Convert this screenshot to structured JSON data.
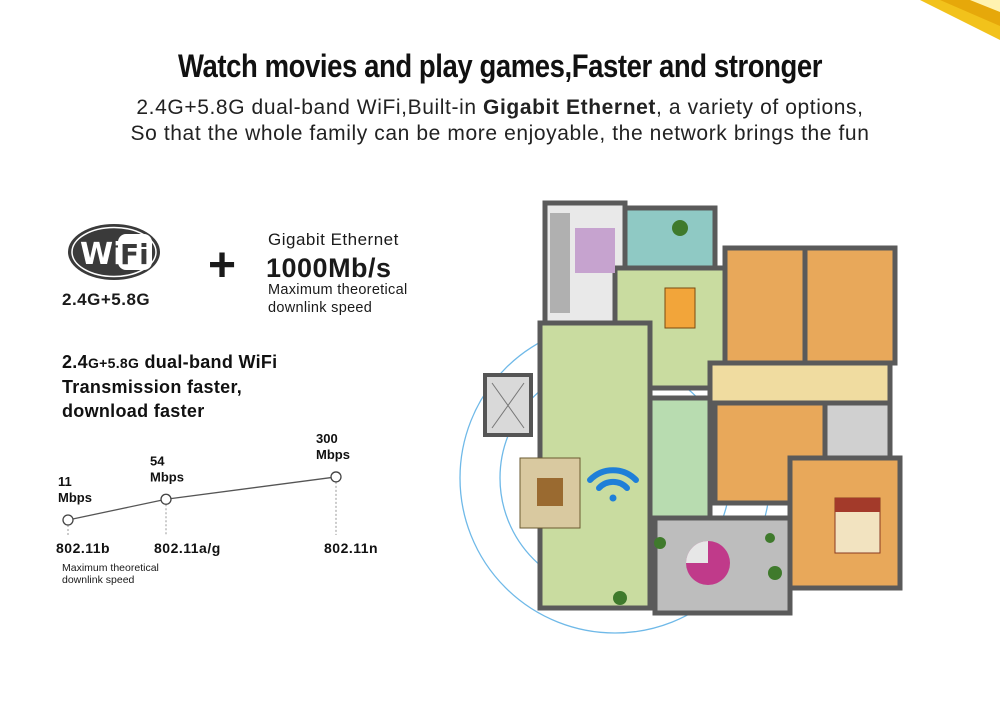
{
  "header": {
    "title": "Watch movies and play games,Faster and stronger",
    "subtitle_line1_a": "2.4G+5.8G dual-band WiFi,Built-in ",
    "subtitle_line1_bold": "Gigabit Ethernet",
    "subtitle_line1_b": ", a variety of options,",
    "subtitle_line2": "So that the whole family can be more enjoyable, the network brings the fun"
  },
  "wifi_logo": {
    "text_wi": "Wi",
    "text_fi": "Fi",
    "band": "2.4G+5.8G"
  },
  "plus_sign": "+",
  "gigabit": {
    "title": "Gigabit Ethernet",
    "speed": "1000Mb/s",
    "note": "Maximum theoretical downlink speed"
  },
  "dual_band": {
    "prefix_big": "2.4",
    "prefix_small1": "G+5.8G",
    "line1_rest": " dual-band WiFi",
    "line2": "Transmission faster,",
    "line3": "download faster"
  },
  "chart_data": {
    "type": "line",
    "x": [
      "802.11b",
      "802.11a/g",
      "802.11n"
    ],
    "values": [
      11,
      54,
      300
    ],
    "value_labels": [
      [
        "11",
        "Mbps"
      ],
      [
        "54",
        "Mbps"
      ],
      [
        "300",
        "Mbps"
      ]
    ],
    "ylabel": "",
    "note": "Maximum theoretical downlink speed"
  },
  "colors": {
    "wifi_signal": "#1e7fd8",
    "wifi_logo": "#3a3a3a",
    "coverage_ring": "#6fb9e8",
    "wood_floor": "#e8a85a",
    "tile_floor": "#c9dca0",
    "corner_accent": "#f2c21b"
  }
}
